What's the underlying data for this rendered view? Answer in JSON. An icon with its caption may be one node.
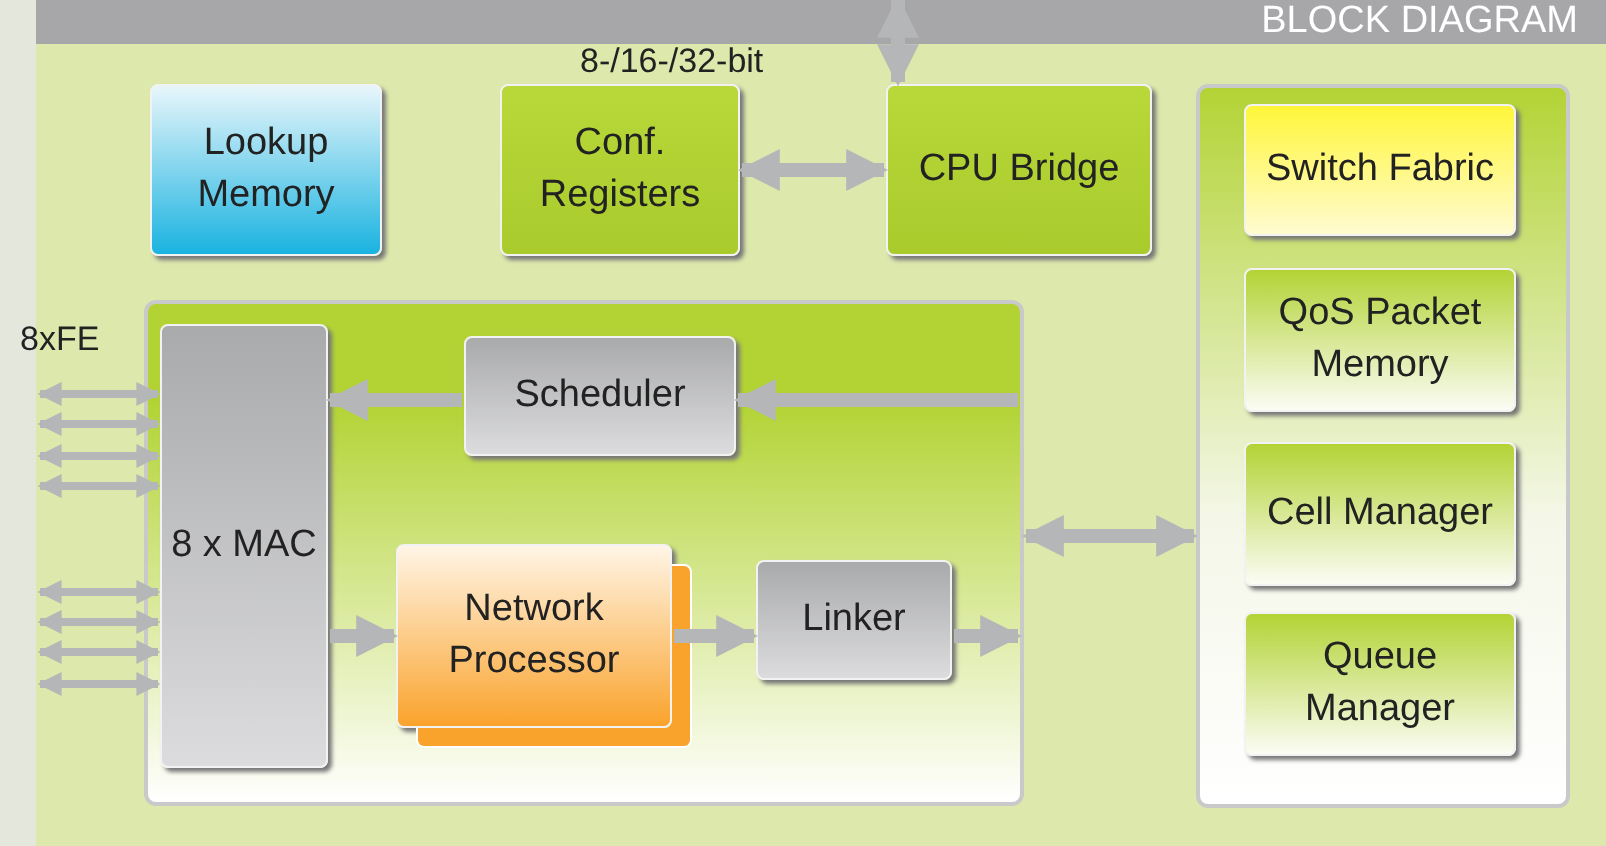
{
  "diagram": {
    "title": "BLOCK DIAGRAM",
    "nodes": [
      {
        "text": [
          "Lookup Memory"
        ]
      },
      {
        "text": [
          "Conf. Registers"
        ]
      },
      {
        "text": [
          "CPU Bridge"
        ]
      },
      {
        "text": [],
        "shape": "box"
      },
      {
        "text": [
          "Switch Fabric"
        ],
        "in": 3
      },
      {
        "text": [
          "QoS Packet Memory"
        ],
        "in": 3
      },
      {
        "text": [
          "Cell Manager"
        ],
        "in": 3
      },
      {
        "text": [
          "Queue Manager"
        ],
        "in": 3
      },
      {
        "text": [],
        "shape": "box"
      },
      {
        "text": [
          "8 x MAC"
        ],
        "in": 8
      },
      {
        "text": [
          "Scheduler"
        ],
        "in": 8
      },
      {
        "text": [
          "Network Processor"
        ],
        "in": 8
      },
      {
        "text": [
          "Linker"
        ],
        "in": 8
      }
    ],
    "edges": [
      {
        "from": null,
        "to": 2,
        "arrow": "both",
        "label": "8-/16-/32-bit"
      },
      {
        "from": 1,
        "to": 2,
        "arrow": "both"
      },
      {
        "from": 8,
        "to": 3,
        "arrow": "both"
      },
      {
        "from": 8,
        "to": 10,
        "arrow": "to"
      },
      {
        "from": 10,
        "to": 9,
        "arrow": "to"
      },
      {
        "from": 9,
        "to": 11,
        "arrow": "to"
      },
      {
        "from": 11,
        "to": 12,
        "arrow": "to"
      },
      {
        "from": 12,
        "to": 8,
        "arrow": "to"
      },
      {
        "from": null,
        "to": 9,
        "arrow": "both"
      },
      {
        "from": null,
        "to": 9,
        "arrow": "both"
      },
      {
        "from": null,
        "to": 9,
        "arrow": "both"
      },
      {
        "from": null,
        "to": 9,
        "arrow": "both"
      },
      {
        "from": null,
        "to": 9,
        "arrow": "both"
      },
      {
        "from": null,
        "to": 9,
        "arrow": "both"
      },
      {
        "from": null,
        "to": 9,
        "arrow": "both"
      },
      {
        "from": null,
        "to": 9,
        "arrow": "both"
      }
    ],
    "labels": [
      "8xFE"
    ]
  }
}
